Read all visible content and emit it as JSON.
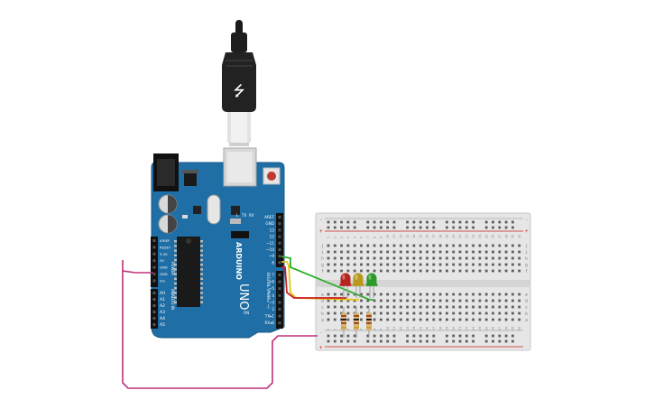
{
  "arduino": {
    "brand": "ARDUINO",
    "model": "UNO",
    "reset_label": "RESET",
    "tx_label": "TX",
    "rx_label": "RX",
    "l_label": "L",
    "on_label": "ON",
    "digital_label": "DIGITAL (PWM= ~)",
    "analog_label": "ANALOG IN",
    "power_label": "POWER",
    "icsp_label": "ICSP",
    "header_top": [
      "AREF",
      "GND",
      "13",
      "12",
      "~11",
      "~10",
      "~9",
      "8"
    ],
    "header_mid": [
      "7",
      "~6",
      "~5",
      "4",
      "~3",
      "2",
      "TX▸1",
      "RX◂0"
    ],
    "power_pins": [
      "IOREF",
      "RESET",
      "3.3V",
      "5V",
      "GND",
      "GND",
      "Vin"
    ],
    "analog_pins": [
      "A0",
      "A1",
      "A2",
      "A3",
      "A4",
      "A5"
    ]
  },
  "breadboard": {
    "row_letters_top": [
      "j",
      "i",
      "h",
      "g",
      "f"
    ],
    "row_letters_bottom": [
      "e",
      "d",
      "c",
      "b",
      "a"
    ],
    "column_count": 30,
    "rail_plus": "+",
    "rail_minus": "-"
  },
  "components": {
    "leds": [
      {
        "name": "red-led",
        "color": "#b8231f"
      },
      {
        "name": "yellow-led",
        "color": "#b9981d"
      },
      {
        "name": "green-led",
        "color": "#2f9a2c"
      }
    ]
  },
  "wires": {
    "red": "#cc1e1e",
    "yellow": "#e5c516",
    "green": "#2db02d",
    "magenta": "#c0307a"
  },
  "colors": {
    "board": "#1f6ea5",
    "board_edge": "#185a8a",
    "breadboard": "#e6e6e6"
  }
}
